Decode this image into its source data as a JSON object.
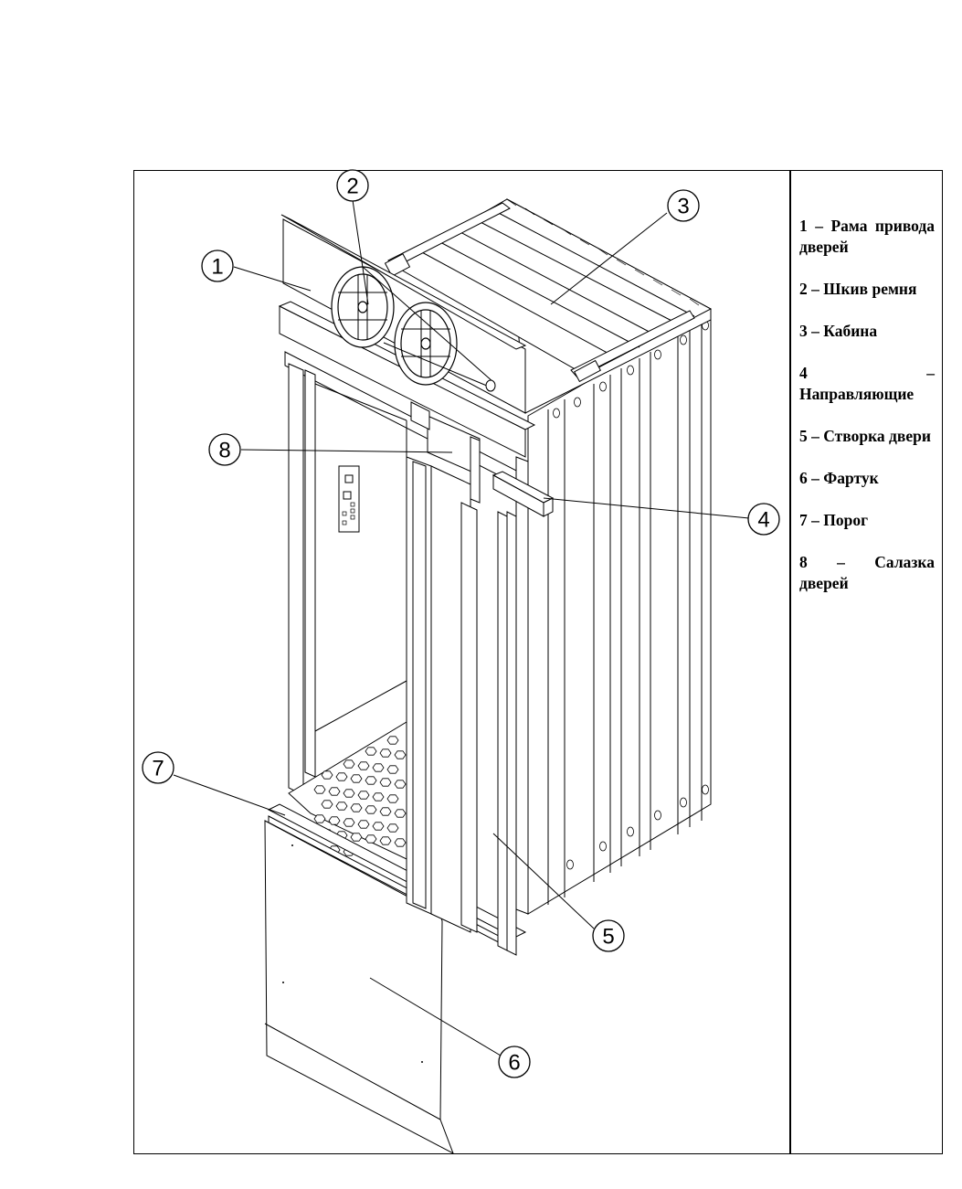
{
  "legend": {
    "items": [
      {
        "num": "1",
        "dash": "–",
        "text": "Рама привода дверей"
      },
      {
        "num": "2",
        "dash": "–",
        "text": "Шкив ремня"
      },
      {
        "num": "3",
        "dash": "–",
        "text": "Кабина"
      },
      {
        "num": "4",
        "dash": "–",
        "text": "Направляющие"
      },
      {
        "num": "5",
        "dash": "–",
        "text": "Створка двери"
      },
      {
        "num": "6",
        "dash": "–",
        "text": "Фартук"
      },
      {
        "num": "7",
        "dash": "–",
        "text": "Порог"
      },
      {
        "num": "8",
        "dash": "–",
        "text": "Салазка дверей"
      }
    ]
  },
  "callouts": [
    "1",
    "2",
    "3",
    "4",
    "5",
    "6",
    "7",
    "8"
  ]
}
